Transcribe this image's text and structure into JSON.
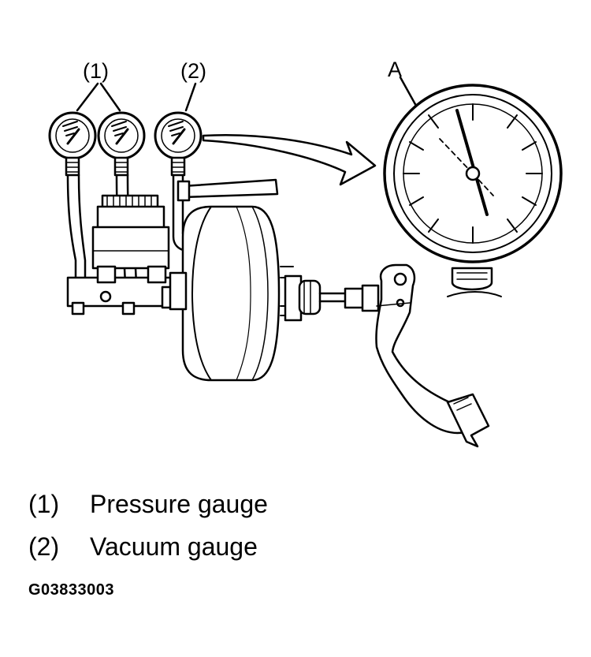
{
  "callouts": {
    "label_1": "(1)",
    "label_2": "(2)",
    "label_a": "A"
  },
  "legend": [
    {
      "key": "(1)",
      "text": "Pressure gauge"
    },
    {
      "key": "(2)",
      "text": "Vacuum gauge"
    }
  ],
  "figure_code": "G03833003"
}
